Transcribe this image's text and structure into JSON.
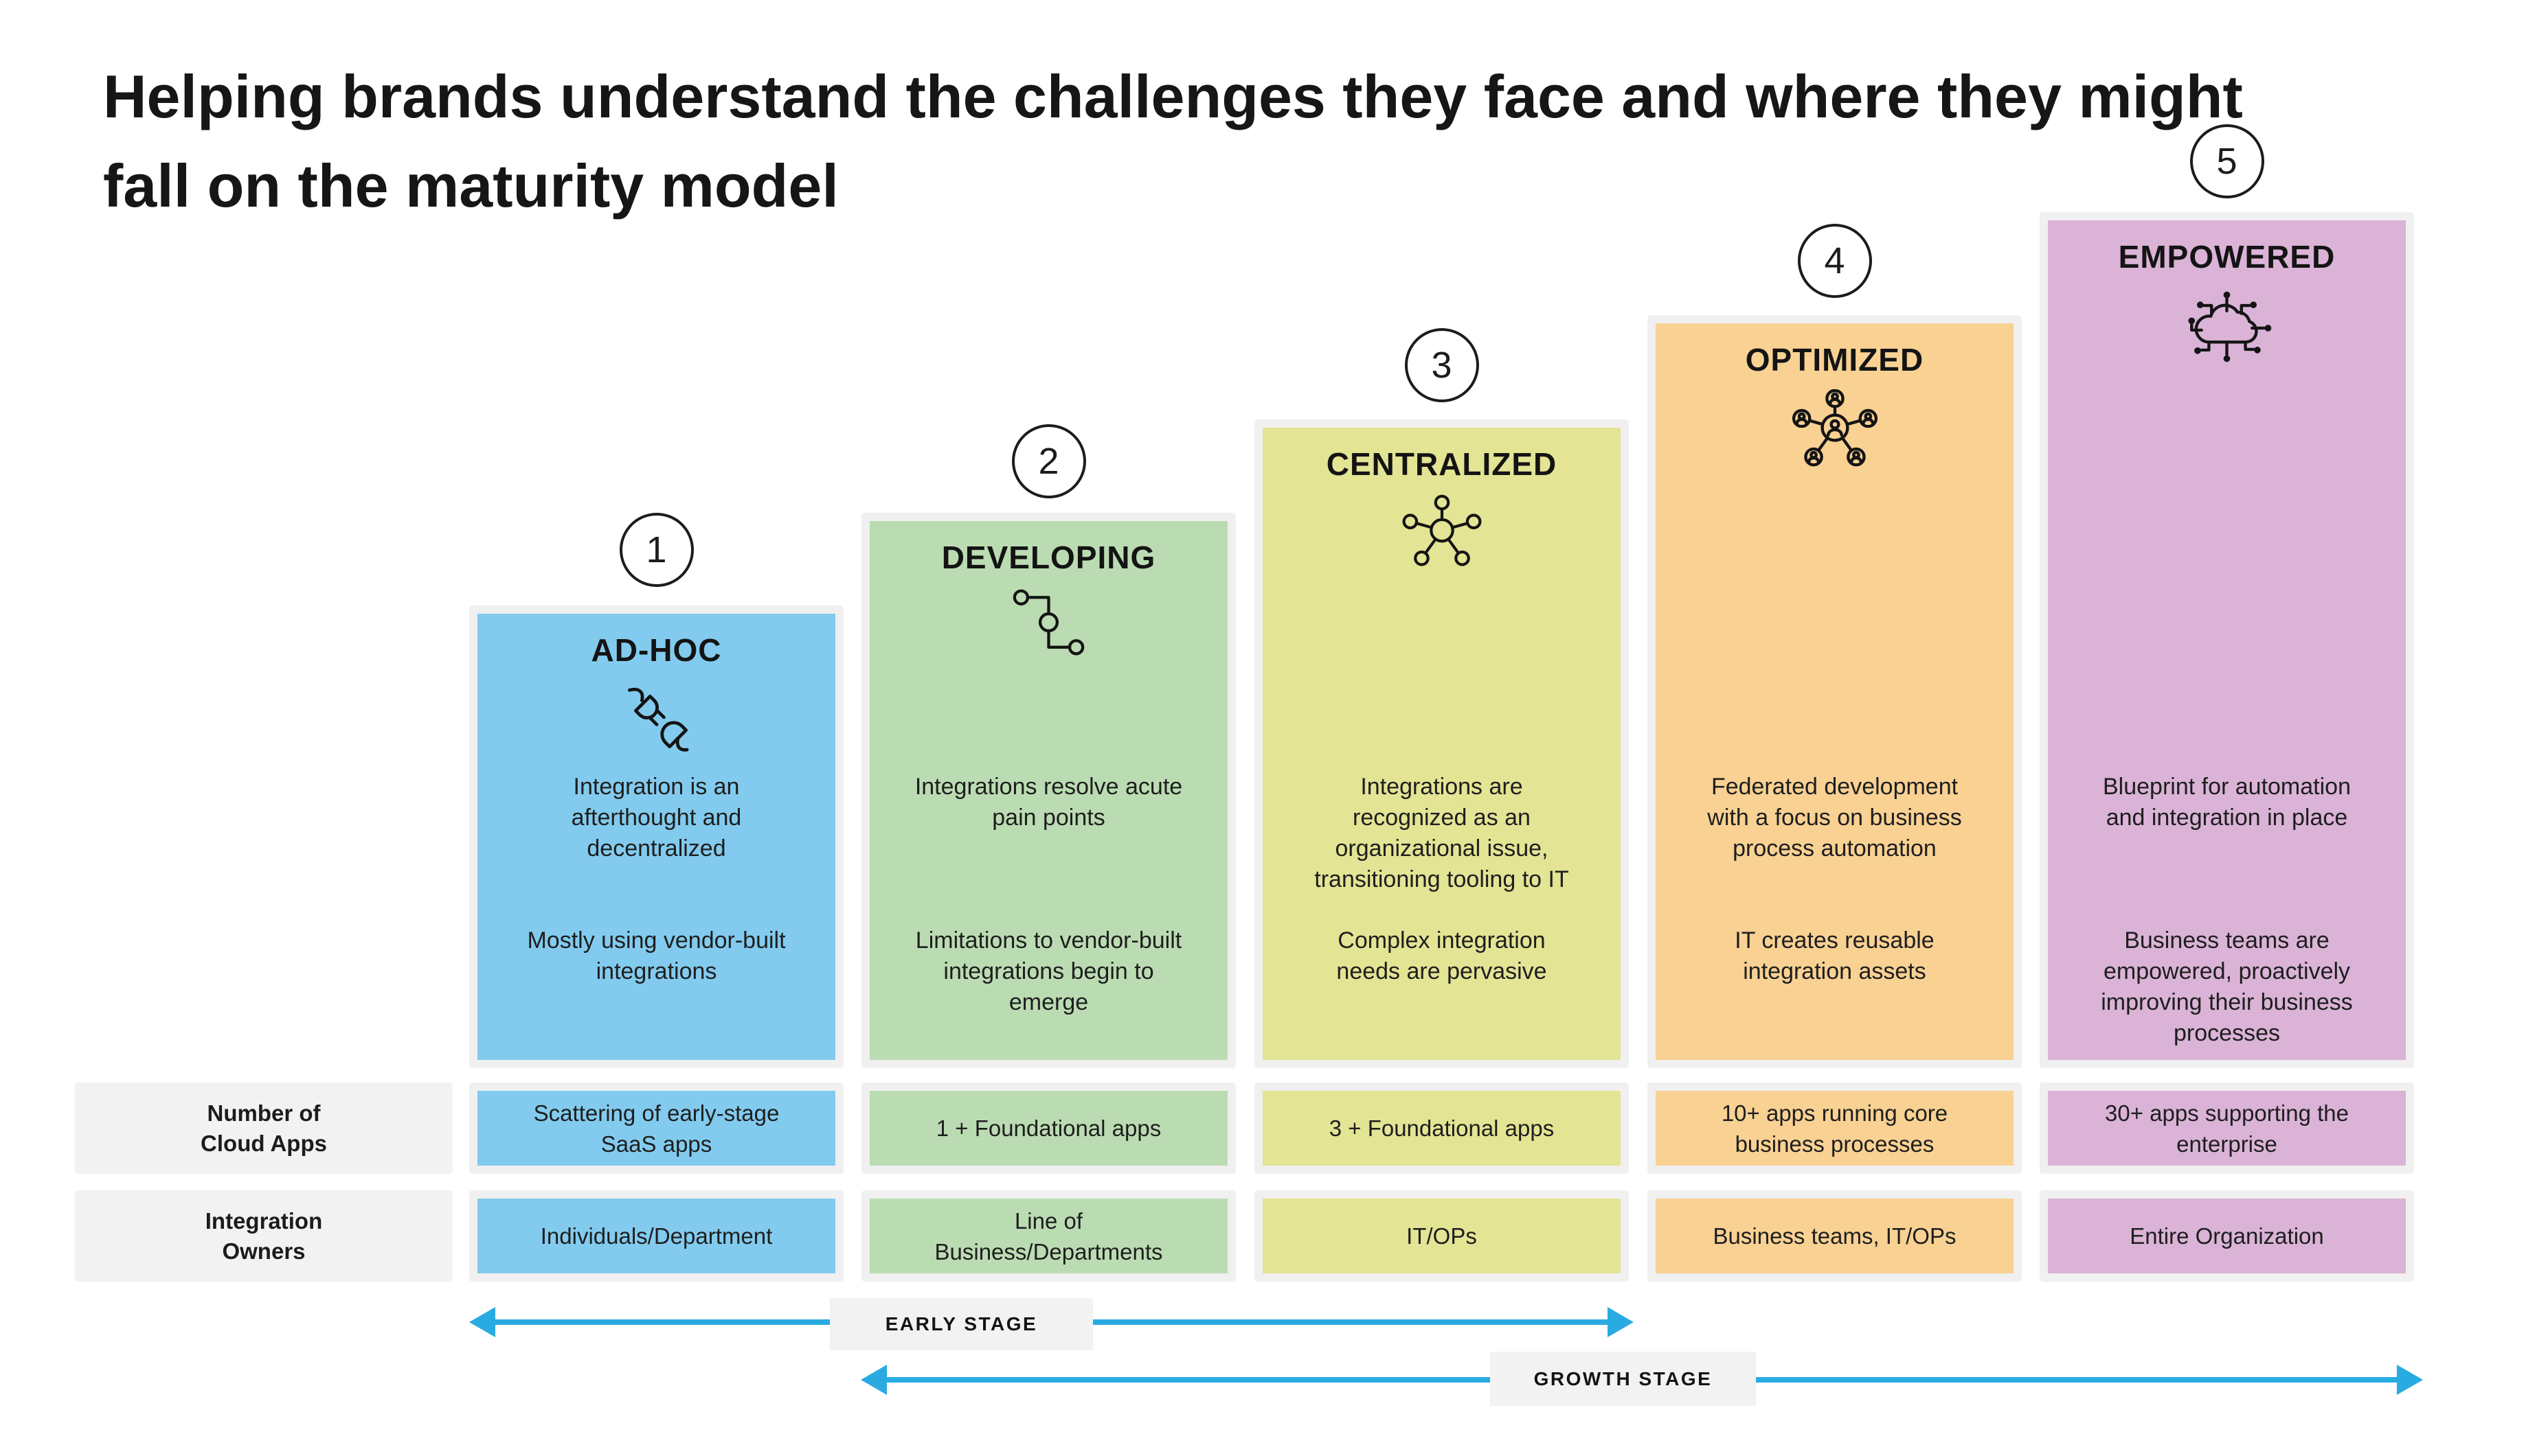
{
  "title": "Helping brands understand the challenges they face and where they might fall on the maturity model",
  "colors": {
    "accent_arrow": "#29ABE2",
    "frame": "#F0F0F0",
    "label_background": "#F2F2F2",
    "text": "#1C1C1C",
    "stage_blue": "#82CBEE",
    "stage_green": "#BBDCB2",
    "stage_yellow": "#E3E494",
    "stage_orange": "#F8D193",
    "stage_purple": "#DAB3D7"
  },
  "row_headers": {
    "cloud_apps": "Number of\nCloud Apps",
    "integration_owners": "Integration\nOwners"
  },
  "arrows": {
    "early": {
      "label": "EARLY STAGE"
    },
    "growth": {
      "label": "GROWTH STAGE"
    }
  },
  "stages": [
    {
      "number": "1",
      "name": "AD-HOC",
      "icon": "unplugged-connectors-icon",
      "color": "#82CBEE",
      "description_1": "Integration is an\nafterthought and\ndecentralized",
      "description_2": "Mostly using vendor-built\nintegrations",
      "cloud_apps": "Scattering of early-stage\nSaaS apps",
      "integration_owners": "Individuals/Department"
    },
    {
      "number": "2",
      "name": "DEVELOPING",
      "icon": "connected-nodes-steps-icon",
      "color": "#BBDCB2",
      "description_1": "Integrations resolve acute\npain points",
      "description_2": "Limitations to vendor-built\nintegrations begin to\nemerge",
      "cloud_apps": "1 + Foundational apps",
      "integration_owners": "Line of\nBusiness/Departments"
    },
    {
      "number": "3",
      "name": "CENTRALIZED",
      "icon": "hub-spoke-network-icon",
      "color": "#E3E494",
      "description_1": "Integrations are\nrecognized as an\norganizational issue,\ntransitioning tooling to IT",
      "description_2": "Complex integration\nneeds are pervasive",
      "cloud_apps": "3 + Foundational apps",
      "integration_owners": "IT/OPs"
    },
    {
      "number": "4",
      "name": "OPTIMIZED",
      "icon": "people-network-icon",
      "color": "#F8D193",
      "description_1": "Federated development\nwith a focus on business\nprocess automation",
      "description_2": "IT creates reusable\nintegration assets",
      "cloud_apps": "10+ apps running core\nbusiness processes",
      "integration_owners": "Business teams, IT/OPs"
    },
    {
      "number": "5",
      "name": "EMPOWERED",
      "icon": "cloud-network-icon",
      "color": "#DAB3D7",
      "description_1": "Blueprint for automation\nand integration in place",
      "description_2": "Business teams are\nempowered, proactively\nimproving their business\nprocesses",
      "cloud_apps": "30+ apps supporting the\nenterprise",
      "integration_owners": "Entire Organization"
    }
  ]
}
